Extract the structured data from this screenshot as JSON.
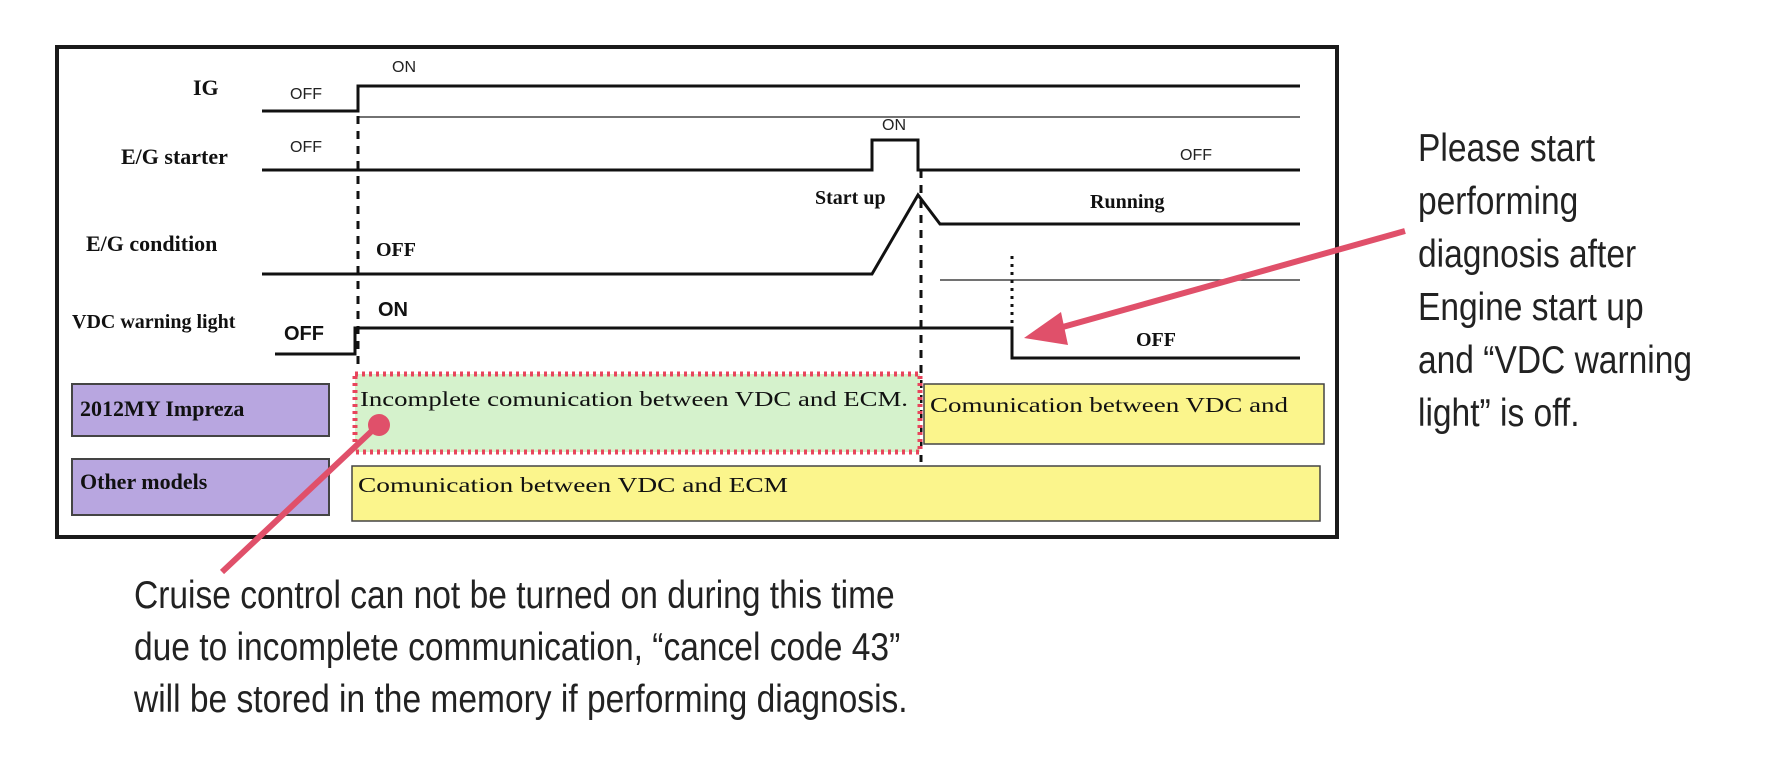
{
  "signals": {
    "ig": {
      "label": "IG",
      "off": "OFF",
      "on": "ON"
    },
    "starter": {
      "label": "E/G starter",
      "off": "OFF",
      "on": "ON",
      "off_after": "OFF"
    },
    "condition": {
      "label": "E/G condition",
      "off": "OFF",
      "startup": "Start up",
      "running": "Running"
    },
    "vdc": {
      "label": "VDC warning light",
      "off": "OFF",
      "on": "ON",
      "off_after": "OFF"
    }
  },
  "rows": {
    "impreza": {
      "label": "2012MY Impreza",
      "incomplete": "Incomplete comunication between VDC and ECM.",
      "complete": "Comunication between VDC and"
    },
    "other": {
      "label": "Other models",
      "complete": "Comunication between VDC and ECM"
    }
  },
  "notes": {
    "right": [
      "Please start",
      "performing",
      "diagnosis after",
      "Engine start up",
      "and “VDC warning",
      "light” is off."
    ],
    "bottom": [
      "Cruise control can not be turned on during this time",
      "due to incomplete communication, “cancel code 43”",
      "will be stored in the memory if performing diagnosis."
    ]
  },
  "colors": {
    "label_box": "#b8a6e0",
    "incomplete_fill": "#d5f2cc",
    "complete_fill": "#fbf58c",
    "arrow": "#e0506a",
    "dotted_outline": "#e8455c"
  }
}
